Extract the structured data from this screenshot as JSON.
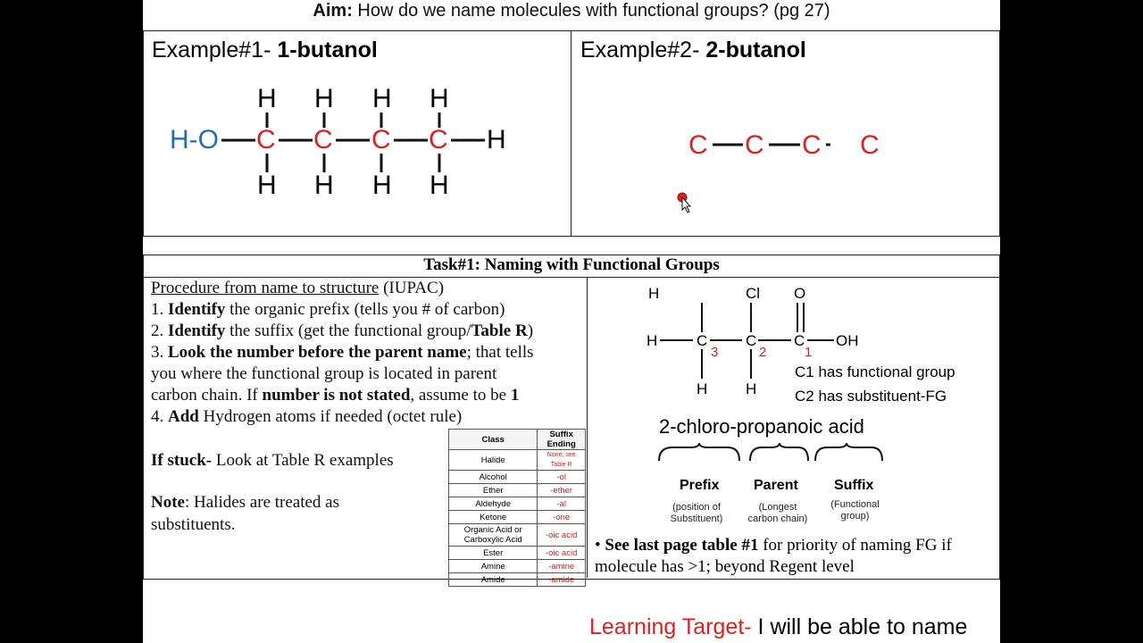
{
  "aim": {
    "label": "Aim:",
    "text": " How do we name molecules with functional groups? (pg 27)"
  },
  "example1": {
    "prefix": "Example#1- ",
    "name": "1-butanol",
    "ho": "H-O",
    "carbon": "C",
    "hydrogen": "H"
  },
  "example2": {
    "prefix": "Example#2- ",
    "name": "2-butanol",
    "carbon": "C"
  },
  "task": {
    "title": "Task#1: Naming with Functional Groups",
    "procedure_heading": "Procedure from name to structure",
    "procedure_heading_suffix": " (IUPAC)",
    "step1_bold": "Identify",
    "step1_rest": " the organic prefix (tells you # of carbon)",
    "step2_bold": "Identify",
    "step2_rest": " the suffix (get the functional group/",
    "step2_bold2": "Table R",
    "step2_end": ")",
    "step3_bold": "Look the number before the parent name",
    "step3_rest": "; that tells",
    "step3_line2": "you where the functional group is located in parent",
    "step3_line3a": "carbon chain. If ",
    "step3_line3b": "number is not stated",
    "step3_line3c": ", assume to be ",
    "step3_line3d": "1",
    "step4_bold": "Add",
    "step4_rest": " Hydrogen atoms if needed (octet rule)",
    "stuck_bold": "If stuck-",
    "stuck_rest": " Look at Table R examples",
    "note_bold": "Note",
    "note_rest": ": Halides are treated as",
    "note_line2": "substituents."
  },
  "suffix_table": {
    "headers": [
      "Class",
      "Suffix Ending"
    ],
    "rows": [
      [
        "Halide",
        "None; see Table R"
      ],
      [
        "Alcohol",
        "-ol"
      ],
      [
        "Ether",
        "-ether"
      ],
      [
        "Aldehyde",
        "-al"
      ],
      [
        "Ketone",
        "-one"
      ],
      [
        "Organic Acid or Carboxylic Acid",
        "-oic acid"
      ],
      [
        "Ester",
        "-oic acid"
      ],
      [
        "Amine",
        "-amine"
      ],
      [
        "Amide",
        "-amide"
      ]
    ]
  },
  "structure": {
    "h": "H",
    "cl": "Cl",
    "o": "O",
    "c": "C",
    "oh": "OH",
    "n3": "3",
    "n2": "2",
    "n1": "1",
    "fact1": "C1 has functional group",
    "fact2": "C2 has substituent-FG",
    "compound": "2-chloro-propanoic acid",
    "prefix": "Prefix",
    "prefix_note1": "(position of",
    "prefix_note2": "Substituent)",
    "parent": "Parent",
    "parent_note1": "(Longest",
    "parent_note2": "carbon chain)",
    "suffix": "Suffix",
    "suffix_note1": "(Functional",
    "suffix_note2": "group)",
    "bullet": "• ",
    "see_bold": "See last page table #1",
    "see_rest": " for priority of naming FG if",
    "see_line2": "molecule has >1; beyond Regent level"
  },
  "learning_target": {
    "label": "Learning Target-",
    "text": " I will be able to name"
  },
  "colors": {
    "red": "#e02020",
    "blue": "#1f6fb5",
    "black": "#111111"
  }
}
